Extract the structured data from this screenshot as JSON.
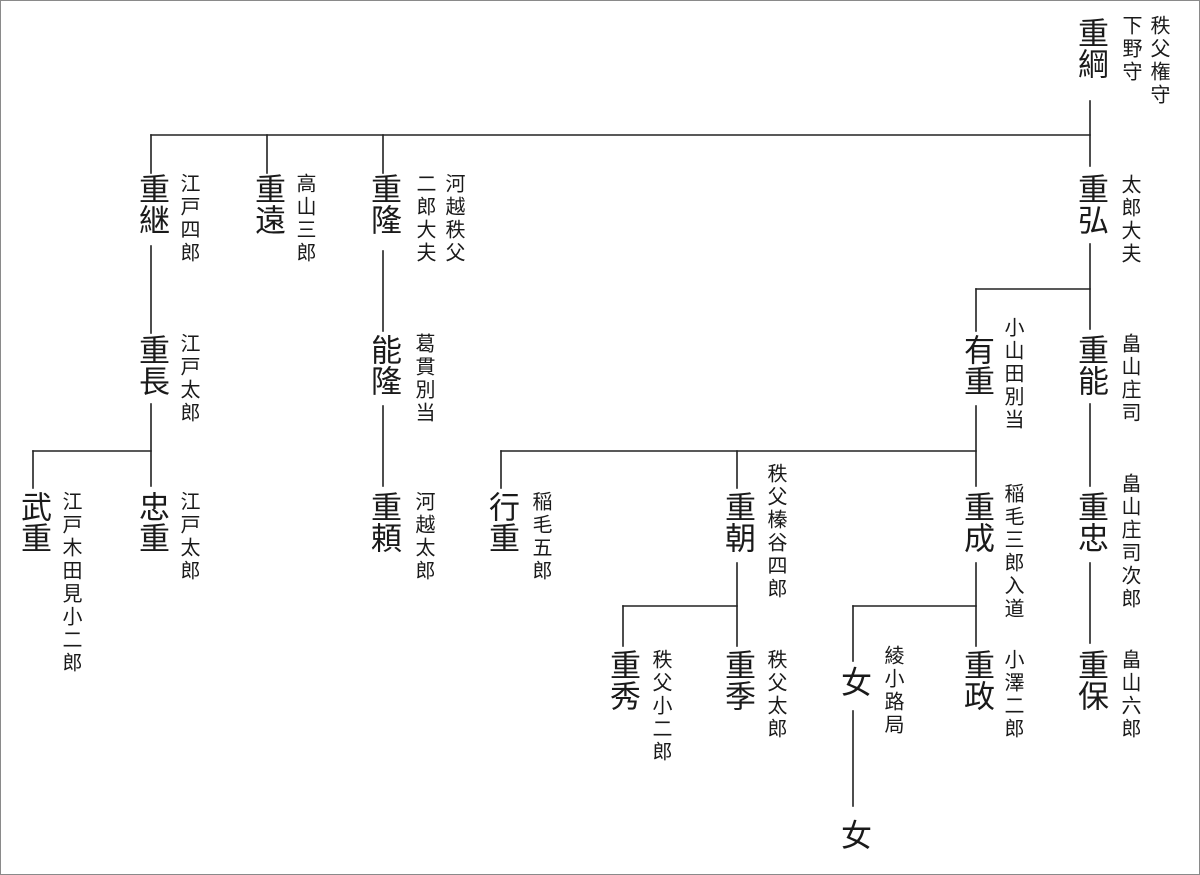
{
  "persons": [
    {
      "id": "shigetsuna",
      "name": "重綱",
      "titles": [
        "秩父権守",
        "下野守"
      ]
    },
    {
      "id": "shigehiro",
      "name": "重弘",
      "titles": [
        "太郎大夫"
      ]
    },
    {
      "id": "shigetsugu",
      "name": "重継",
      "titles": [
        "江戸四郎"
      ]
    },
    {
      "id": "shigetoo",
      "name": "重遠",
      "titles": [
        "高山三郎"
      ]
    },
    {
      "id": "shigetaka",
      "name": "重隆",
      "titles": [
        "河越秩父",
        "二郎大夫"
      ]
    },
    {
      "id": "shigenaga",
      "name": "重長",
      "titles": [
        "江戸太郎"
      ]
    },
    {
      "id": "yoshitaka",
      "name": "能隆",
      "titles": [
        "葛貫別当"
      ]
    },
    {
      "id": "takeshige",
      "name": "武重",
      "titles": [
        "江戸木田見小二郎"
      ]
    },
    {
      "id": "tadashige",
      "name": "忠重",
      "titles": [
        "江戸太郎"
      ]
    },
    {
      "id": "shigeyori",
      "name": "重頼",
      "titles": [
        "河越太郎"
      ]
    },
    {
      "id": "arishige",
      "name": "有重",
      "titles": [
        "小山田別当"
      ]
    },
    {
      "id": "shigeyoshi",
      "name": "重能",
      "titles": [
        "畠山庄司"
      ]
    },
    {
      "id": "yukishige",
      "name": "行重",
      "titles": [
        "稲毛五郎"
      ]
    },
    {
      "id": "shigetomo",
      "name": "重朝",
      "titles": [
        "秩父榛谷四郎"
      ]
    },
    {
      "id": "shigenari",
      "name": "重成",
      "titles": [
        "稲毛三郎入道"
      ]
    },
    {
      "id": "shigetada",
      "name": "重忠",
      "titles": [
        "畠山庄司次郎"
      ]
    },
    {
      "id": "shigehide",
      "name": "重秀",
      "titles": [
        "秩父小二郎"
      ]
    },
    {
      "id": "shigesue",
      "name": "重季",
      "titles": [
        "秩父太郎"
      ]
    },
    {
      "id": "onna1",
      "name": "女",
      "titles": [
        "綾小路局"
      ]
    },
    {
      "id": "shigemasa",
      "name": "重政",
      "titles": [
        "小澤二郎"
      ]
    },
    {
      "id": "shigeyasu",
      "name": "重保",
      "titles": [
        "畠山六郎"
      ]
    },
    {
      "id": "onna2",
      "name": "女",
      "titles": []
    }
  ]
}
